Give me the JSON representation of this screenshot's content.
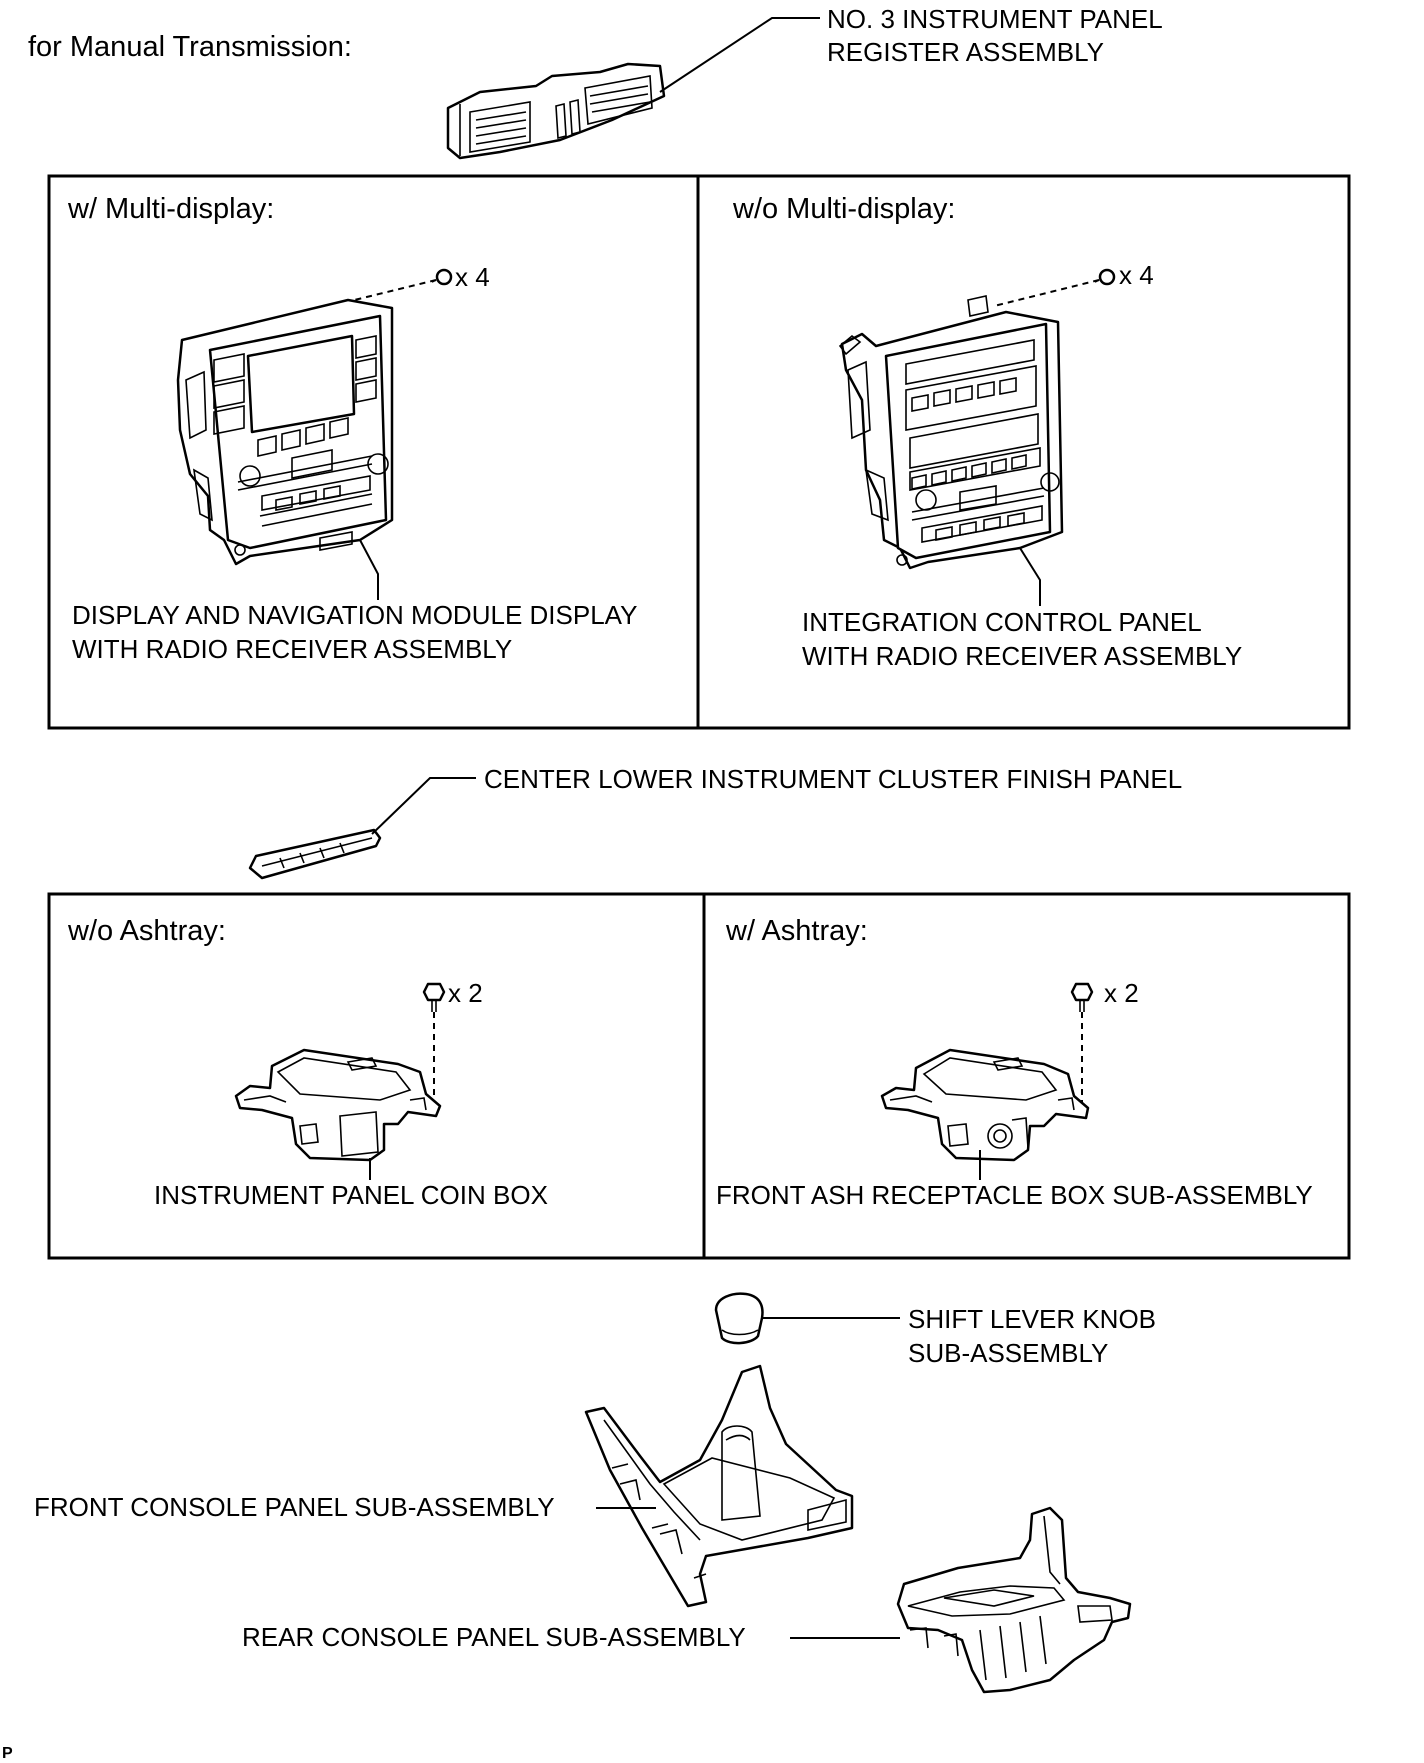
{
  "header": {
    "title": "for Manual Transmission:"
  },
  "labels": {
    "register": [
      "NO. 3 INSTRUMENT PANEL",
      "REGISTER ASSEMBLY"
    ],
    "center_lower": "CENTER LOWER INSTRUMENT CLUSTER FINISH PANEL",
    "shift_knob": [
      "SHIFT LEVER KNOB",
      "SUB-ASSEMBLY"
    ],
    "front_console": "FRONT CONSOLE PANEL SUB-ASSEMBLY",
    "rear_console": "REAR CONSOLE PANEL SUB-ASSEMBLY",
    "page_code": "P"
  },
  "panels": {
    "multi_display": {
      "heading": "w/ Multi-display:",
      "fastener_count": "x 4",
      "part_label": [
        "DISPLAY AND NAVIGATION MODULE DISPLAY",
        "WITH RADIO RECEIVER ASSEMBLY"
      ]
    },
    "no_multi_display": {
      "heading": "w/o Multi-display:",
      "fastener_count": "x 4",
      "part_label": [
        "INTEGRATION CONTROL PANEL",
        "WITH RADIO RECEIVER ASSEMBLY"
      ]
    },
    "no_ashtray": {
      "heading": "w/o Ashtray:",
      "fastener_count": "x 2",
      "part_label": "INSTRUMENT PANEL COIN BOX"
    },
    "ashtray": {
      "heading": "w/ Ashtray:",
      "fastener_count": "x 2",
      "part_label": "FRONT ASH RECEPTACLE BOX SUB-ASSEMBLY"
    }
  },
  "icons": [
    "clip-icon",
    "bolt-icon"
  ]
}
